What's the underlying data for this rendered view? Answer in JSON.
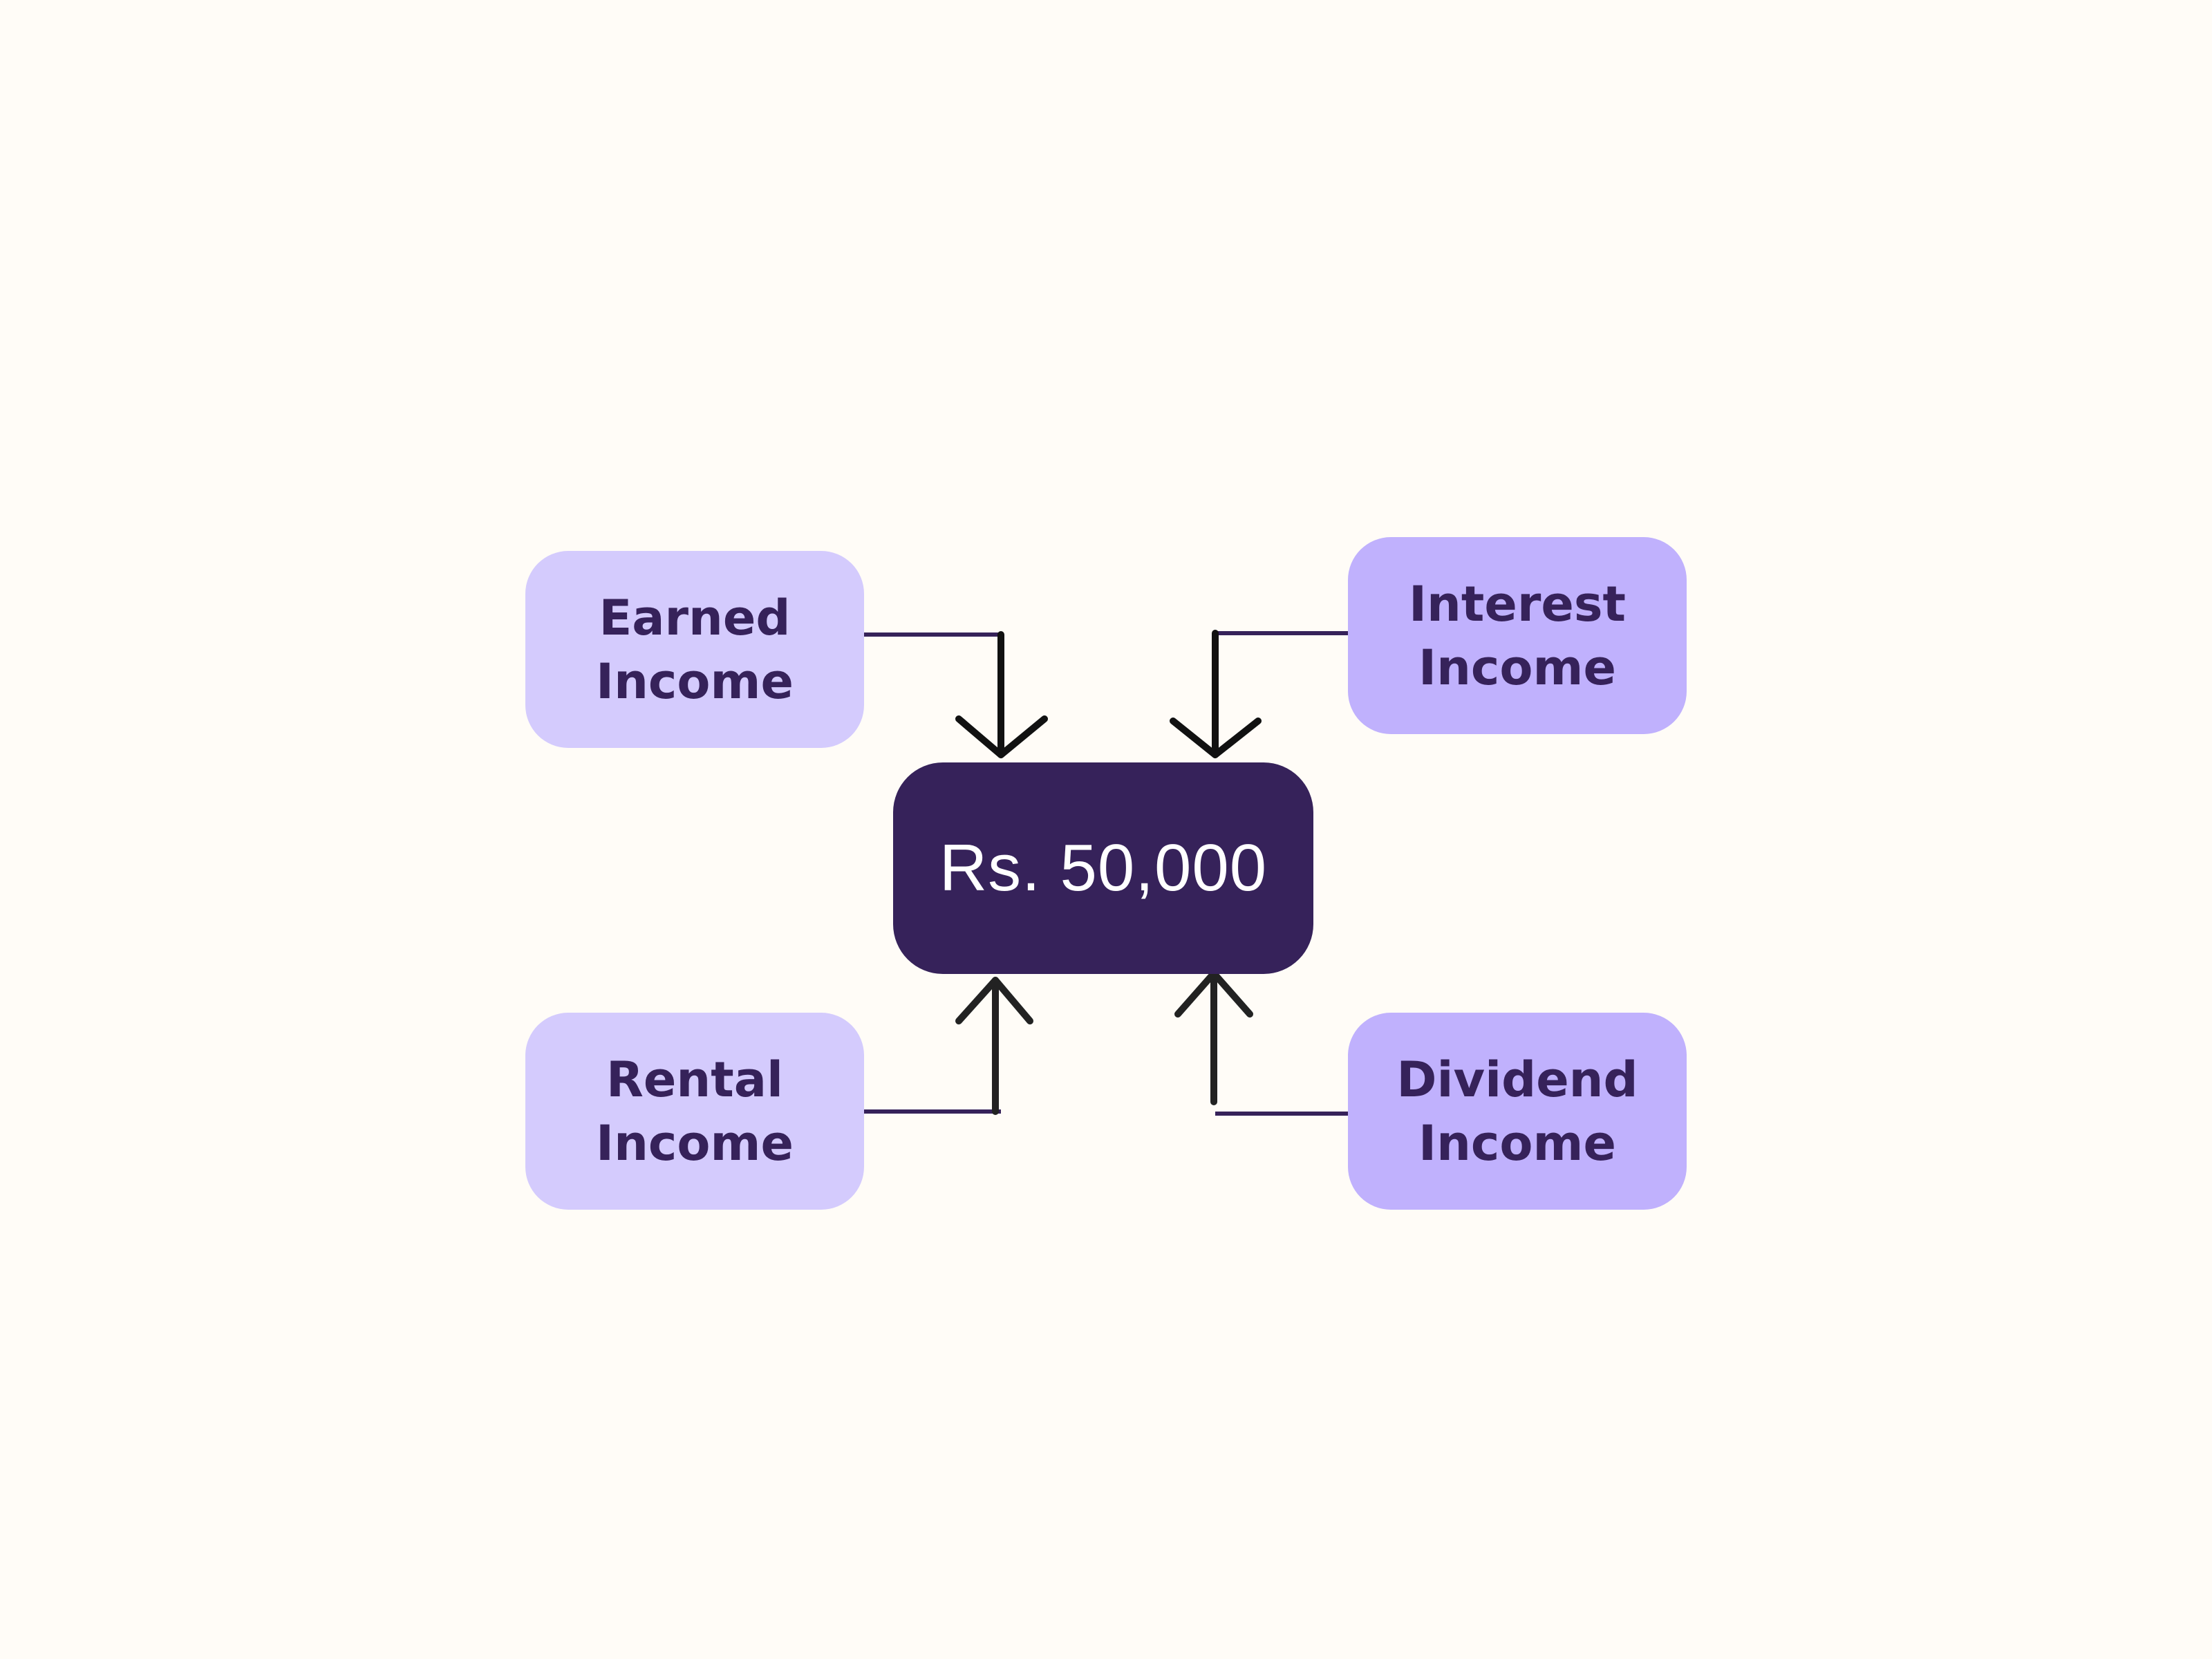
{
  "diagram": {
    "center": {
      "value": "Rs. 50,000"
    },
    "sources": {
      "earned": {
        "line1": "Earned",
        "line2": "Income"
      },
      "interest": {
        "line1": "Interest",
        "line2": "Income"
      },
      "rental": {
        "line1": "Rental",
        "line2": "Income"
      },
      "dividend": {
        "line1": "Dividend",
        "line2": "Income"
      }
    }
  },
  "colors": {
    "background": "#fffcf7",
    "center_box": "#36225a",
    "source_box_light": "#d4cbfd",
    "source_box_mid": "#c0b1fd",
    "label_text": "#36225a",
    "arrow": "#111111",
    "connector_line": "#36225a"
  }
}
